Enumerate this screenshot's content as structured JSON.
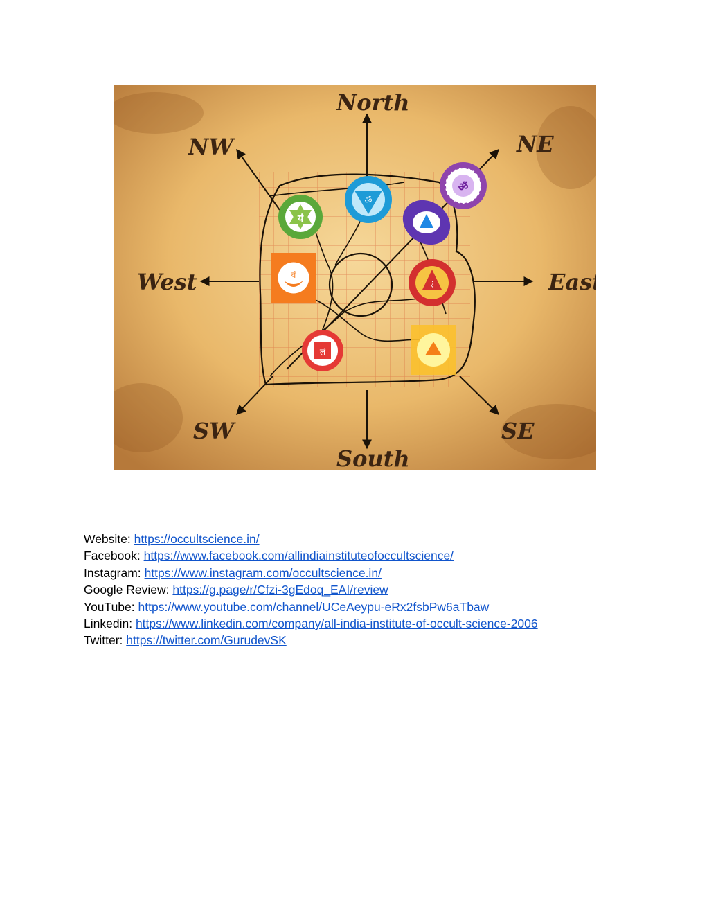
{
  "figure": {
    "labels": {
      "north": "North",
      "south": "South",
      "east": "East",
      "west": "West",
      "ne": "NE",
      "nw": "NW",
      "se": "SE",
      "sw": "SW"
    },
    "chakra_glyphs": {
      "heart": "यं",
      "throat": "ॐ",
      "crown": "ॐ",
      "sacral": "वं",
      "root": "लं",
      "solar": "रं"
    }
  },
  "links": [
    {
      "label": "Website:",
      "url": "https://occultscience.in/"
    },
    {
      "label": "Facebook:",
      "url": "https://www.facebook.com/allindiainstituteofoccultscience/"
    },
    {
      "label": "Instagram:",
      "url": "https://www.instagram.com/occultscience.in/"
    },
    {
      "label": "Google Review:",
      "url": "https://g.page/r/Cfzi-3gEdoq_EAI/review"
    },
    {
      "label": "YouTube:",
      "url": "https://www.youtube.com/channel/UCeAeypu-eRx2fsbPw6aTbaw"
    },
    {
      "label": "Linkedin:",
      "url": "https://www.linkedin.com/company/all-india-institute-of-occult-science-2006"
    },
    {
      "label": "Twitter:",
      "url": "https://twitter.com/GurudevSK"
    }
  ]
}
